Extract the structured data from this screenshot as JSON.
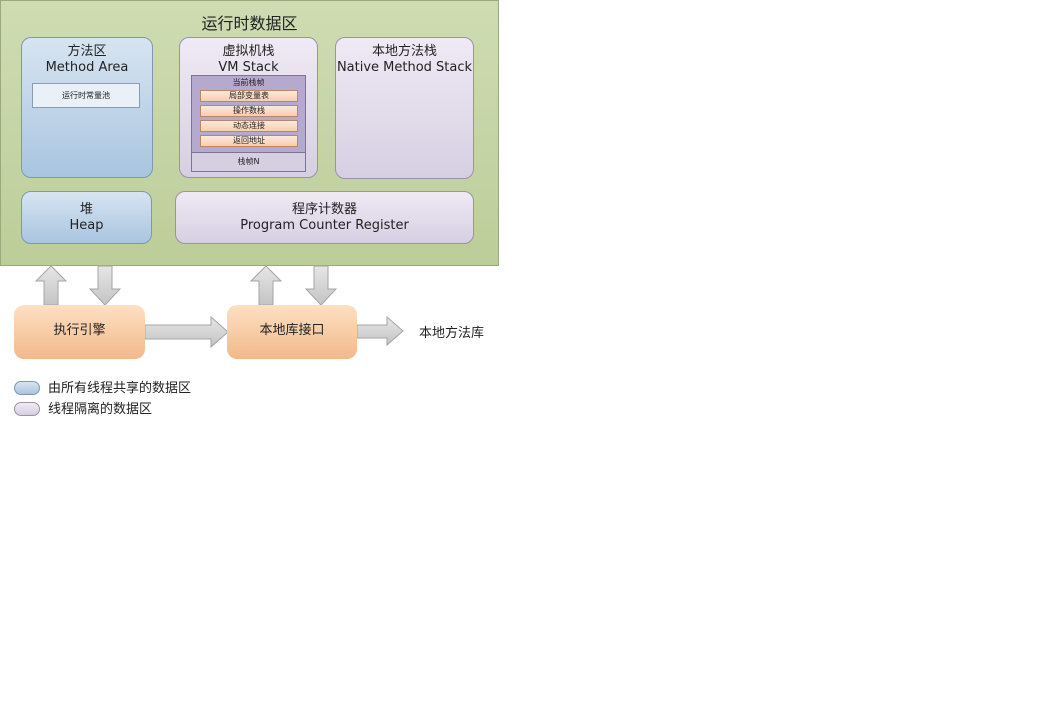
{
  "runtime_area": {
    "title": "运行时数据区",
    "method_area": {
      "title_cn": "方法区",
      "title_en": "Method Area",
      "pool": "运行时常量池"
    },
    "vm_stack": {
      "title_cn": "虚拟机栈",
      "title_en": "VM Stack",
      "current_frame": "当前栈帧",
      "frame_items": [
        "局部变量表",
        "操作数栈",
        "动态连接",
        "返回地址"
      ],
      "frame_n": "栈帧N"
    },
    "native_stack": {
      "title_cn": "本地方法栈",
      "title_en": "Native Method Stack"
    },
    "heap": {
      "title_cn": "堆",
      "title_en": "Heap"
    },
    "pc_register": {
      "title_cn": "程序计数器",
      "title_en": "Program Counter Register"
    }
  },
  "execution_engine": "执行引擎",
  "native_interface": "本地库接口",
  "native_library": "本地方法库",
  "legend": [
    {
      "label": "由所有线程共享的数据区",
      "color": "#b8d0e8"
    },
    {
      "label": "线程隔离的数据区",
      "color": "#e3ddea"
    }
  ]
}
